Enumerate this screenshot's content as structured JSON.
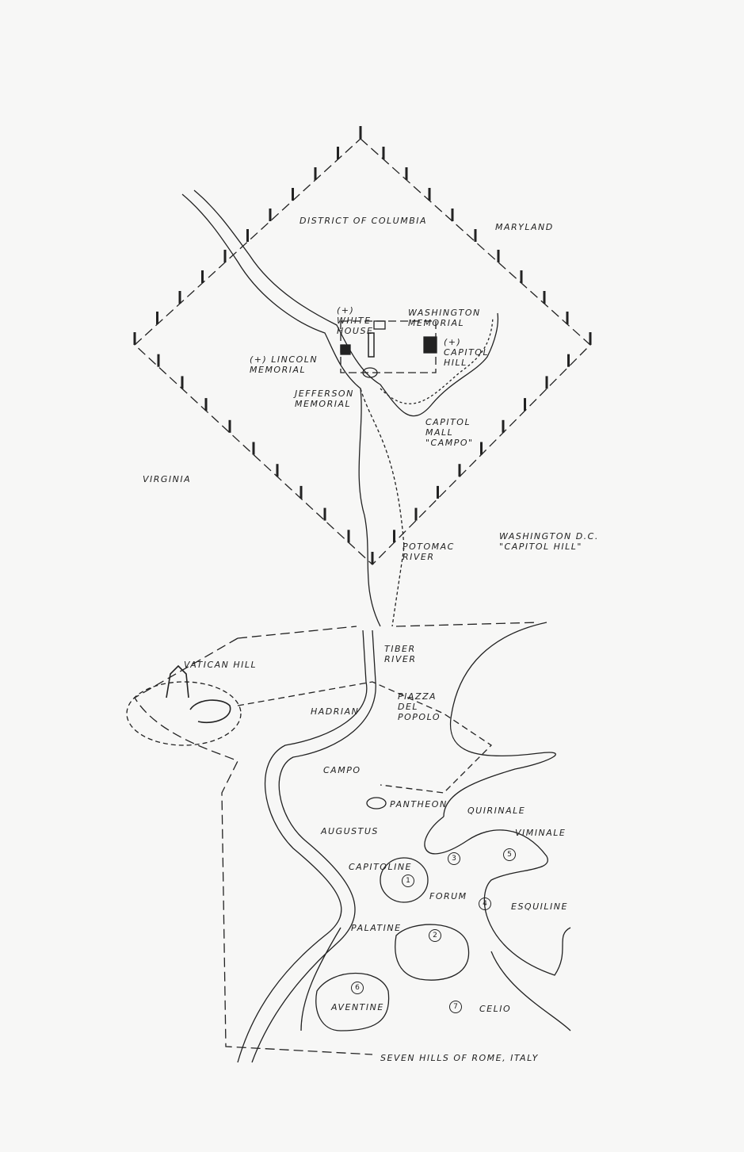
{
  "dc": {
    "district": "District of Columbia",
    "maryland": "Maryland",
    "virginia": "Virginia",
    "white_house": "(+) White House",
    "washington_memorial": "Washington Memorial",
    "capitol_hill": "(+) Capitol Hill",
    "lincoln_memorial": "(+) Lincoln Memorial",
    "jefferson_memorial": "Jefferson Memorial",
    "capitol_mall": "Capitol Mall \"Campo\"",
    "potomac": "Potomac River",
    "caption": "Washington D.C. \"Capitol Hill\""
  },
  "rome": {
    "tiber": "Tiber River",
    "vatican": "Vatican Hill",
    "hadrian": "Hadrian",
    "piazza": "Piazza del Popolo",
    "campo": "Campo",
    "pantheon": "Pantheon",
    "augustus": "Augustus",
    "quirinale": "Quirinale",
    "viminale": "Viminale",
    "capitoline": "Capitoline",
    "forum": "Forum",
    "esquiline": "Esquiline",
    "palatine": "Palatine",
    "aventine": "Aventine",
    "celio": "Celio",
    "caption": "Seven Hills of Rome, Italy",
    "hill_numbers": [
      "1",
      "2",
      "3",
      "4",
      "5",
      "6",
      "7"
    ]
  },
  "colors": {
    "ink": "#222222",
    "paper": "#f7f7f6"
  }
}
